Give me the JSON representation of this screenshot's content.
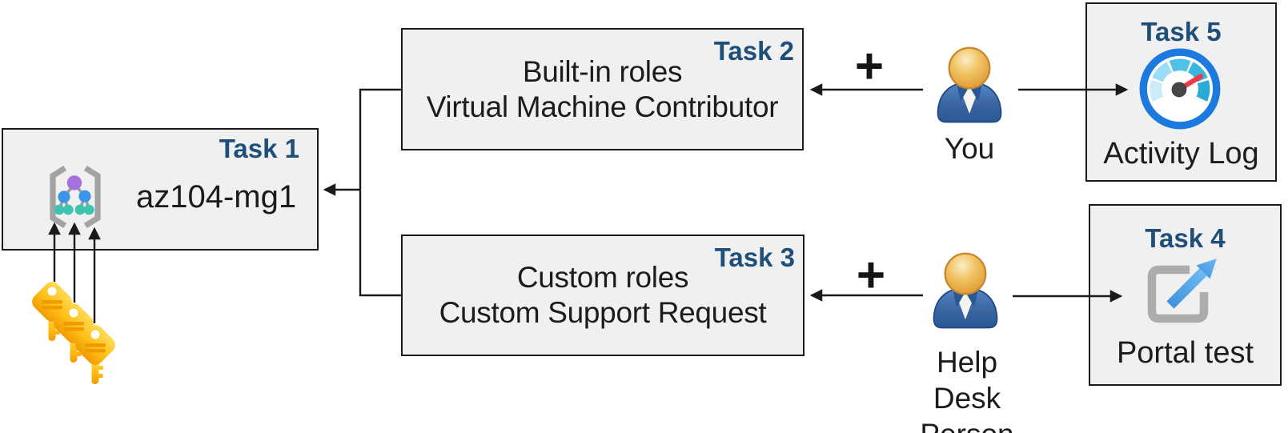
{
  "colors": {
    "accent": "#1F4E79",
    "box_fill": "#F0F0F0",
    "box_border": "#1A1A1A",
    "arrow": "#1A1A1A",
    "key_gold": "#FFC31C",
    "gauge_ring_blue": "#1C79DD",
    "needle_red": "#EE3B46",
    "link_arrow_blue": "#4AA0E8",
    "person_body_blue": "#38639F",
    "person_head_gold": "#E8A843",
    "mg_purple": "#A471DE",
    "mg_blue": "#3D95E8",
    "mg_teal": "#3EC3AE"
  },
  "nodes": {
    "task1": {
      "label": "Task 1",
      "title": "az104-mg1",
      "icon": "management-group-icon"
    },
    "task2": {
      "label": "Task 2",
      "line1": "Built-in roles",
      "line2": "Virtual Machine Contributor"
    },
    "task3": {
      "label": "Task 3",
      "line1": "Custom roles",
      "line2": "Custom Support Request"
    },
    "task4": {
      "label": "Task 4",
      "caption": "Portal test",
      "icon": "external-link-icon"
    },
    "task5": {
      "label": "Task 5",
      "caption": "Activity Log",
      "icon": "activity-log-gauge-icon"
    }
  },
  "actors": {
    "you": {
      "label": "You",
      "icon": "person-icon"
    },
    "help_desk": {
      "label_line1": "Help Desk",
      "label_line2": "Person",
      "icon": "person-icon"
    }
  },
  "symbols": {
    "plus_you": "+",
    "plus_help_desk": "+",
    "keys_icon": "three-keys-icon"
  }
}
